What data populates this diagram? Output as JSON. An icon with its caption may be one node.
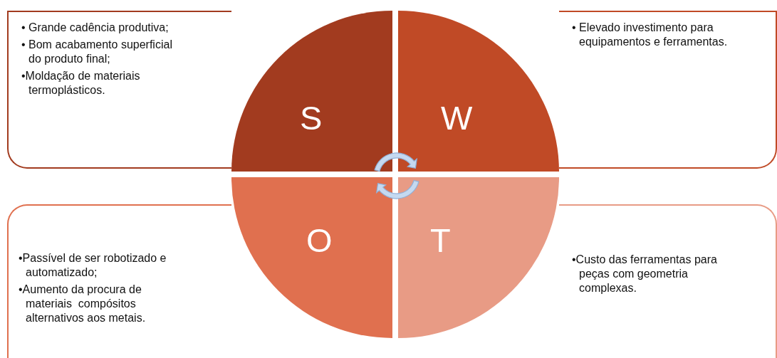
{
  "diagram": {
    "nodes": [
      {
        "text": [
          "• Grande cadência produtiva;",
          "• Bom acabamento superficial do produto final;",
          "•Moldação de materiais termoplásticos."
        ]
      },
      {
        "text": [
          "• Elevado investimento para equipamentos e ferramentas."
        ]
      },
      {
        "text": [
          "•Passível de ser robotizado e automatizado;",
          "•Aumento da procura de materiais  compósitos alternativos aos metais."
        ]
      },
      {
        "text": [
          "•Custo das ferramentas para peças com geometria complexas."
        ]
      },
      {
        "text": [
          "S"
        ]
      },
      {
        "text": [
          "W"
        ]
      },
      {
        "text": [
          "O"
        ]
      },
      {
        "text": [
          "T"
        ]
      }
    ],
    "edges": []
  }
}
